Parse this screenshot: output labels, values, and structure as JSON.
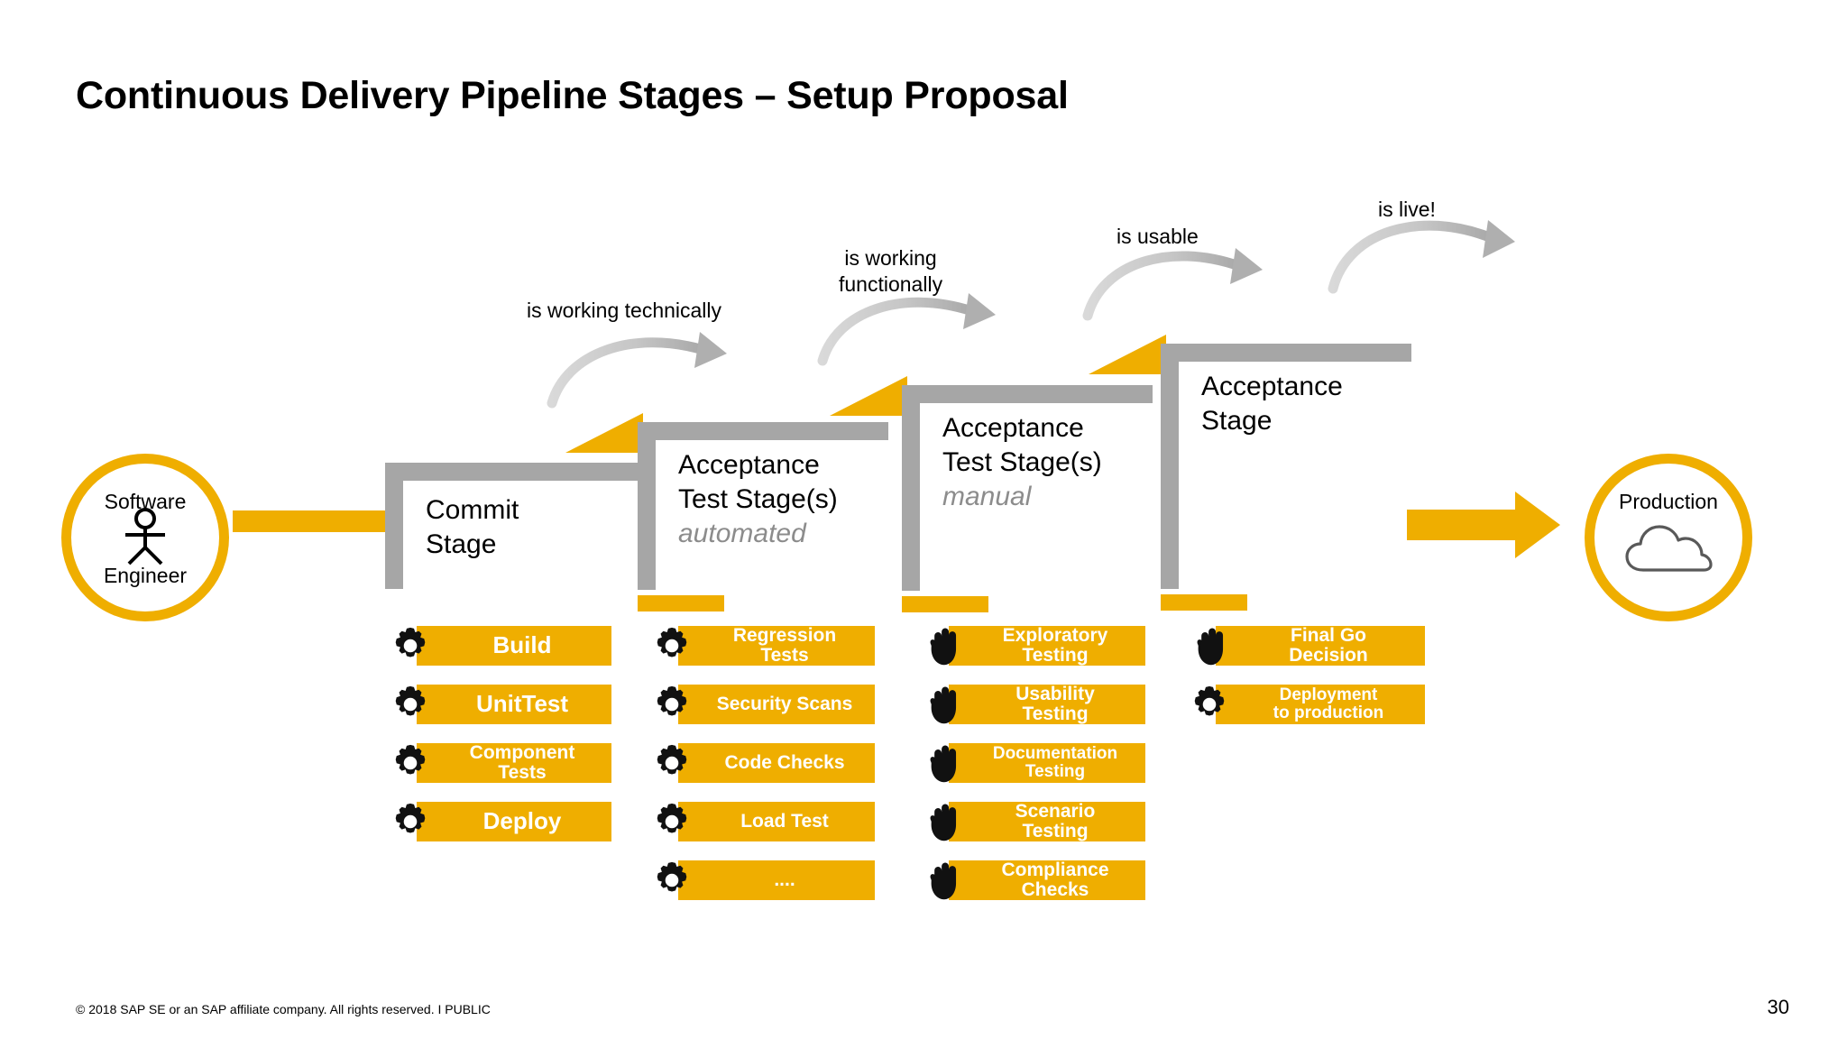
{
  "slide": {
    "title": "Continuous Delivery Pipeline Stages – Setup Proposal",
    "page_number": "30",
    "footer": "© 2018 SAP SE or an SAP affiliate company. All rights reserved.  I   PUBLIC",
    "colors": {
      "accent_yellow": "#EFAE00",
      "chip_yellow": "#EFAE00",
      "stage_grey": "#A6A6A6",
      "sub_label_grey": "#8C8C8C",
      "arrow_grey": "#BFBFBF",
      "text_black": "#000000",
      "chip_text": "#FFFFFF",
      "background": "#FFFFFF"
    }
  },
  "endpoints": {
    "start": {
      "label_top": "Software",
      "label_bottom": "Engineer",
      "icon": "stick-figure-icon"
    },
    "end": {
      "label_top": "Production",
      "icon": "cloud-icon"
    }
  },
  "stages": [
    {
      "id": "commit",
      "title_lines": [
        "Commit",
        "Stage"
      ],
      "subtitle": "",
      "tasks": [
        {
          "label_lines": [
            "Build"
          ],
          "icon": "gear-icon",
          "size": "big"
        },
        {
          "label_lines": [
            "UnitTest"
          ],
          "icon": "gear-icon",
          "size": "big"
        },
        {
          "label_lines": [
            "Component",
            "Tests"
          ],
          "icon": "gear-icon",
          "size": "mid"
        },
        {
          "label_lines": [
            "Deploy"
          ],
          "icon": "gear-icon",
          "size": "big"
        }
      ]
    },
    {
      "id": "acceptance-automated",
      "title_lines": [
        "Acceptance",
        "Test Stage(s)"
      ],
      "subtitle": "automated",
      "tasks": [
        {
          "label_lines": [
            "Regression",
            "Tests"
          ],
          "icon": "gear-icon",
          "size": "mid"
        },
        {
          "label_lines": [
            "Security Scans"
          ],
          "icon": "gear-icon",
          "size": "mid"
        },
        {
          "label_lines": [
            "Code Checks"
          ],
          "icon": "gear-icon",
          "size": "mid"
        },
        {
          "label_lines": [
            "Load Test"
          ],
          "icon": "gear-icon",
          "size": "mid"
        },
        {
          "label_lines": [
            "...."
          ],
          "icon": "gear-icon",
          "size": "mid"
        }
      ]
    },
    {
      "id": "acceptance-manual",
      "title_lines": [
        "Acceptance",
        "Test Stage(s)"
      ],
      "subtitle": "manual",
      "tasks": [
        {
          "label_lines": [
            "Exploratory",
            "Testing"
          ],
          "icon": "hand-icon",
          "size": "mid"
        },
        {
          "label_lines": [
            "Usability",
            "Testing"
          ],
          "icon": "hand-icon",
          "size": "mid"
        },
        {
          "label_lines": [
            "Documentation",
            "Testing"
          ],
          "icon": "hand-icon",
          "size": "mid"
        },
        {
          "label_lines": [
            "Scenario",
            "Testing"
          ],
          "icon": "hand-icon",
          "size": "mid"
        },
        {
          "label_lines": [
            "Compliance",
            "Checks"
          ],
          "icon": "hand-icon",
          "size": "mid"
        }
      ]
    },
    {
      "id": "acceptance",
      "title_lines": [
        "Acceptance",
        "Stage"
      ],
      "subtitle": "",
      "tasks": [
        {
          "label_lines": [
            "Final Go",
            "Decision"
          ],
          "icon": "hand-icon",
          "size": "mid"
        },
        {
          "label_lines": [
            "Deployment",
            "to production"
          ],
          "icon": "gear-icon",
          "size": "mid"
        }
      ]
    }
  ],
  "annotations": [
    {
      "id": "ann-1",
      "text_lines": [
        "is working technically"
      ]
    },
    {
      "id": "ann-2",
      "text_lines": [
        "is working",
        "functionally"
      ]
    },
    {
      "id": "ann-3",
      "text_lines": [
        "is usable"
      ]
    },
    {
      "id": "ann-4",
      "text_lines": [
        "is live!"
      ]
    }
  ]
}
